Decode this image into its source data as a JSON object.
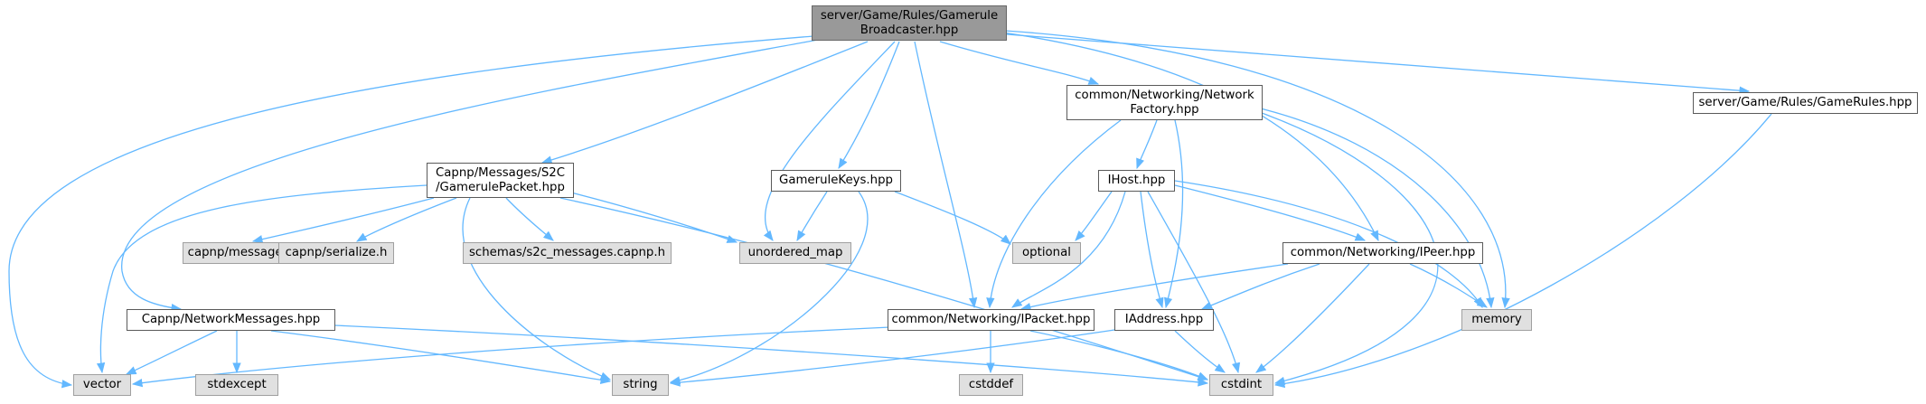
{
  "colors": {
    "edge": "#63b8ff",
    "root_fill": "#999999",
    "external_fill": "#e0e0e0",
    "local_fill": "#ffffff"
  },
  "nodes": {
    "root": {
      "line1": "server/Game/Rules/Gamerule",
      "line2": "Broadcaster.hpp"
    },
    "network_factory": {
      "line1": "common/Networking/Network",
      "line2": "Factory.hpp"
    },
    "game_rules": {
      "label": "server/Game/Rules/GameRules.hpp"
    },
    "gamerule_packet": {
      "line1": "Capnp/Messages/S2C",
      "line2": "/GamerulePacket.hpp"
    },
    "gamerule_keys": {
      "label": "GameruleKeys.hpp"
    },
    "ihost": {
      "label": "IHost.hpp"
    },
    "capnp_message": {
      "label": "capnp/message.h"
    },
    "capnp_serialize": {
      "label": "capnp/serialize.h"
    },
    "schemas": {
      "label": "schemas/s2c_messages.capnp.h"
    },
    "unordered_map": {
      "label": "unordered_map"
    },
    "optional": {
      "label": "optional"
    },
    "ipeer": {
      "label": "common/Networking/IPeer.hpp"
    },
    "network_messages": {
      "label": "Capnp/NetworkMessages.hpp"
    },
    "ipacket": {
      "label": "common/Networking/IPacket.hpp"
    },
    "iaddress": {
      "label": "IAddress.hpp"
    },
    "memory": {
      "label": "memory"
    },
    "vector": {
      "label": "vector"
    },
    "stdexcept": {
      "label": "stdexcept"
    },
    "string": {
      "label": "string"
    },
    "cstddef": {
      "label": "cstddef"
    },
    "cstdint": {
      "label": "cstdint"
    }
  }
}
